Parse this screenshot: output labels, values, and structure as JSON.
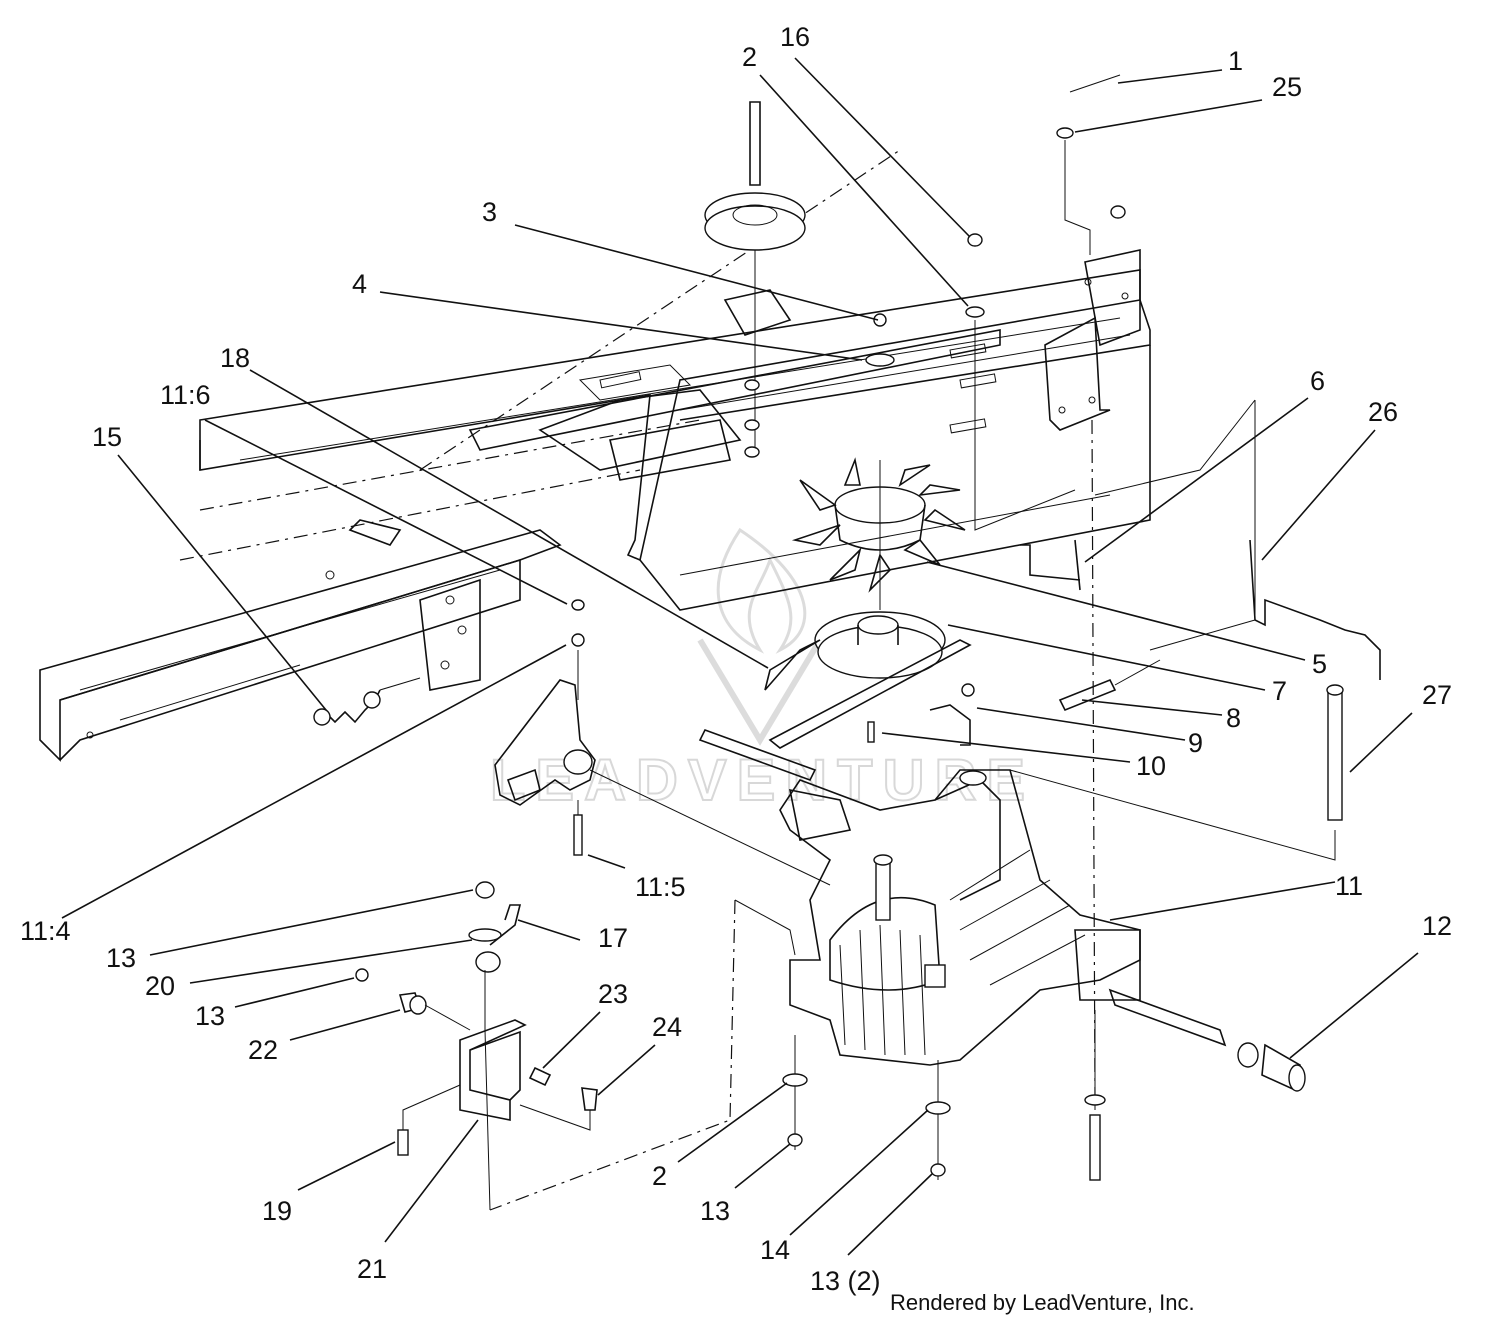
{
  "diagram": {
    "callouts": [
      "1",
      "25",
      "16",
      "2",
      "3",
      "4",
      "18",
      "11:6",
      "15",
      "6",
      "26",
      "5",
      "7",
      "8",
      "9",
      "10",
      "27",
      "11:5",
      "11:4",
      "11",
      "12",
      "17",
      "13",
      "20",
      "13",
      "22",
      "23",
      "24",
      "2",
      "13",
      "14",
      "13 (2)",
      "19",
      "21"
    ],
    "credit": "Rendered by LeadVenture, Inc.",
    "watermark": "LEADVENTURE"
  },
  "colors": {
    "ink": "#111111",
    "watermark": "#d8d8d8",
    "background": "#ffffff"
  }
}
